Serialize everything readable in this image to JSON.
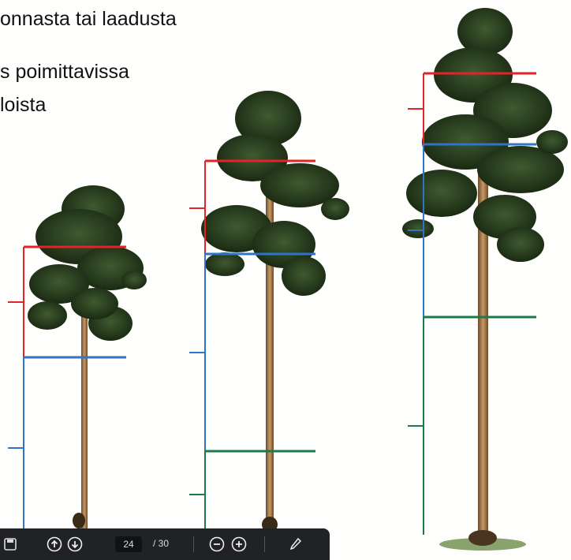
{
  "slide": {
    "text_lines": [
      "onnasta tai laadusta",
      "s poimittavissa",
      "loista"
    ]
  },
  "colors": {
    "crown_line": "#e2232a",
    "live_branch_line": "#2f74c8",
    "dead_branch_line": "#1f7a4a",
    "toolbar_bg": "#202225"
  },
  "toolbar": {
    "page_current": "24",
    "page_total": "/ 30",
    "icons": [
      "save-icon",
      "arrow-up-icon",
      "arrow-down-icon",
      "zoom-out-icon",
      "zoom-in-icon",
      "pen-icon"
    ]
  }
}
